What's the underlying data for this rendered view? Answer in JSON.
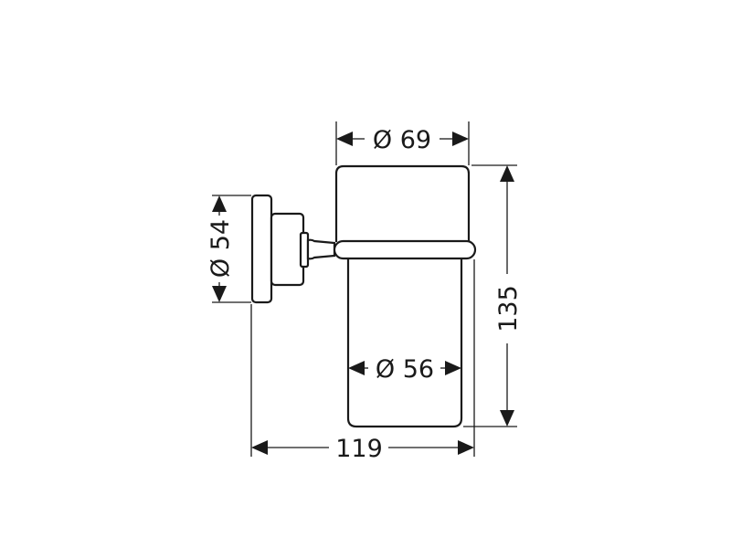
{
  "dimensions": {
    "top_diameter": "Ø 69",
    "inner_diameter": "Ø 56",
    "flange_diameter": "Ø 54",
    "total_height": "135",
    "total_depth": "119"
  },
  "colors": {
    "line": "#1a1a1a",
    "background": "#ffffff"
  }
}
